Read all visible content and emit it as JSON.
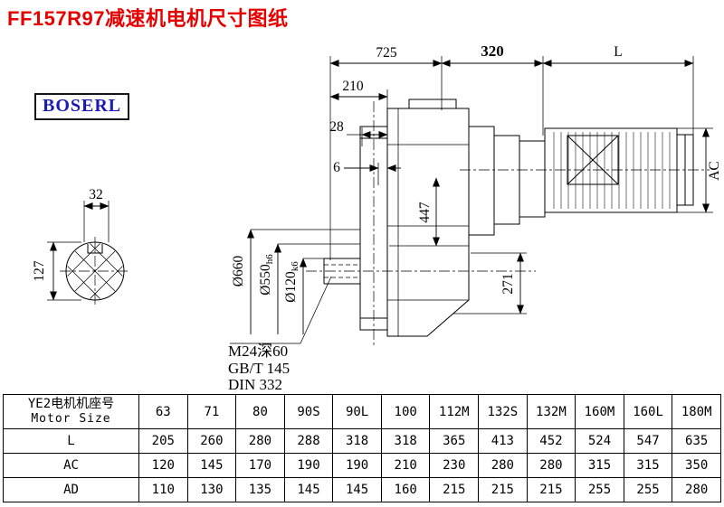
{
  "title": "FF157R97减速机电机尺寸图纸",
  "brand": "BOSERL",
  "drawing": {
    "dim_725": "725",
    "dim_320": "320",
    "dim_L": "L",
    "dim_210": "210",
    "dim_28": "28",
    "dim_6": "6",
    "dim_AC": "AC",
    "dim_447": "447",
    "dim_271": "271",
    "dim_32": "32",
    "dim_127": "127",
    "dia_660": "Ø660",
    "dia_550": {
      "value": "Ø550",
      "tol": "h6"
    },
    "dia_120": {
      "value": "Ø120",
      "tol": "k6"
    },
    "thread_spec": "M24深60",
    "standard_gb": "GB/T 145",
    "standard_din": "DIN 332"
  },
  "table": {
    "header_cn": "YE2电机机座号",
    "header_en": "Motor Size",
    "motor_sizes": [
      "63",
      "71",
      "80",
      "90S",
      "90L",
      "100",
      "112M",
      "132S",
      "132M",
      "160M",
      "160L",
      "180M"
    ],
    "rows": [
      {
        "label": "L",
        "values": [
          "205",
          "260",
          "280",
          "288",
          "318",
          "318",
          "365",
          "413",
          "452",
          "524",
          "547",
          "635"
        ]
      },
      {
        "label": "AC",
        "values": [
          "120",
          "145",
          "170",
          "190",
          "190",
          "210",
          "230",
          "280",
          "280",
          "315",
          "315",
          "350"
        ]
      },
      {
        "label": "AD",
        "values": [
          "110",
          "130",
          "135",
          "145",
          "145",
          "160",
          "215",
          "215",
          "215",
          "255",
          "255",
          "280"
        ]
      }
    ]
  }
}
